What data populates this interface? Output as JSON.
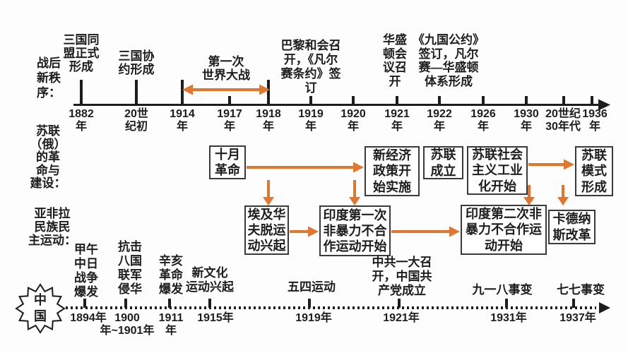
{
  "colors": {
    "arrow_orange": "#E0772F",
    "line_black": "#1D1D1D"
  },
  "left_labels": {
    "postwar": "战后\n新秩\n序：",
    "soviet": "苏联\n（俄）\n的革\n命与\n建设：",
    "afroasia": "亚非拉\n民族民\n主运动：",
    "china": "中\n国"
  },
  "world": {
    "events": [
      {
        "name": "triple-alliance",
        "label": "三国同\n盟正式\n形成"
      },
      {
        "name": "triple-entente",
        "label": "三国协\n约形成"
      },
      {
        "name": "ww1",
        "label": "第一次\n世界大战"
      },
      {
        "name": "paris-conference",
        "label": "巴黎和会召\n开，《凡尔\n赛条约》签\n订"
      },
      {
        "name": "washington-conference",
        "label": "华盛\n顿会\n议召\n开"
      },
      {
        "name": "nine-power-treaty",
        "label": "《九国公约》\n签订，凡尔\n赛—华盛顿\n体系形成"
      }
    ],
    "ticks": [
      {
        "label": "1882\n年"
      },
      {
        "label": "20世\n纪初"
      },
      {
        "label": "1914\n年"
      },
      {
        "label": "1917\n年"
      },
      {
        "label": "1918\n年"
      },
      {
        "label": "1919\n年"
      },
      {
        "label": "1920\n年"
      },
      {
        "label": "1921\n年"
      },
      {
        "label": "1922\n年"
      },
      {
        "label": "1926\n年"
      },
      {
        "label": "1930\n年"
      },
      {
        "label": "20世纪\n30年代"
      },
      {
        "label": "1936\n年"
      }
    ]
  },
  "soviet": {
    "boxes": [
      {
        "name": "october-revolution",
        "label": "十月\n革命"
      },
      {
        "name": "new-economic-policy",
        "label": "新经济\n政策开\n始实施"
      },
      {
        "name": "ussr-founded",
        "label": "苏联\n成立"
      },
      {
        "name": "socialist-industrialization",
        "label": "苏联社会\n主义工业\n化开始"
      },
      {
        "name": "soviet-model",
        "label": "苏联\n模式\n形成"
      }
    ]
  },
  "afroasia": {
    "boxes": [
      {
        "name": "egypt-wafd",
        "label": "埃及华\n夫脱运\n动兴起"
      },
      {
        "name": "india-noncooperation-1",
        "label": "印度第一次\n非暴力不合\n作运动开始"
      },
      {
        "name": "india-noncooperation-2",
        "label": "印度第二次非\n暴力不合作运\n动开始"
      },
      {
        "name": "cardenas-reform",
        "label": "卡德纳\n斯改革"
      }
    ]
  },
  "china": {
    "events": [
      {
        "name": "jiawu-war",
        "label": "甲午\n中日\n战争\n爆发"
      },
      {
        "name": "eight-nation-alliance",
        "label": "抗击\n八国\n联军\n侵华"
      },
      {
        "name": "xinhai-revolution",
        "label": "辛亥\n革命\n爆发"
      },
      {
        "name": "new-culture-movement",
        "label": "新文化\n运动兴起"
      },
      {
        "name": "may-fourth",
        "label": "五四运动"
      },
      {
        "name": "ccp-founding",
        "label": "中共一大召\n开，中国共\n产党成立"
      },
      {
        "name": "september-18-incident",
        "label": "九一八事变"
      },
      {
        "name": "july-7-incident",
        "label": "七七事变"
      }
    ],
    "years": [
      {
        "label": "1894年"
      },
      {
        "label": "1900\n年~1901年"
      },
      {
        "label": "1911\n年"
      },
      {
        "label": "1915年"
      },
      {
        "label": "1919年"
      },
      {
        "label": "1921年"
      },
      {
        "label": "1931年"
      },
      {
        "label": "1937年"
      }
    ]
  }
}
